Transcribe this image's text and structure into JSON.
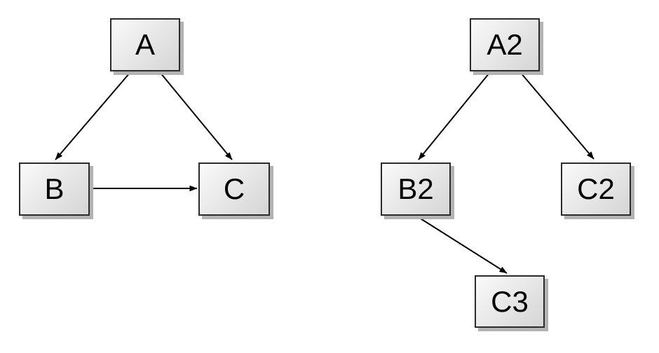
{
  "diagram": {
    "background_color": "#ffffff",
    "node_style": {
      "fill_light": "#fafafa",
      "fill_dark": "#d5d5d5",
      "border_color": "#2b2b2b",
      "shadow_color": "#b3b3b3",
      "text_color": "#000000"
    },
    "edge_style": {
      "color": "#000000"
    },
    "graphs": [
      {
        "name": "left-graph",
        "nodes": [
          {
            "id": "A",
            "label": "A"
          },
          {
            "id": "B",
            "label": "B"
          },
          {
            "id": "C",
            "label": "C"
          }
        ],
        "edges": [
          {
            "from": "A",
            "to": "B"
          },
          {
            "from": "A",
            "to": "C"
          },
          {
            "from": "B",
            "to": "C"
          }
        ]
      },
      {
        "name": "right-graph",
        "nodes": [
          {
            "id": "A2",
            "label": "A2"
          },
          {
            "id": "B2",
            "label": "B2"
          },
          {
            "id": "C2",
            "label": "C2"
          },
          {
            "id": "C3",
            "label": "C3"
          }
        ],
        "edges": [
          {
            "from": "A2",
            "to": "B2"
          },
          {
            "from": "A2",
            "to": "C2"
          },
          {
            "from": "B2",
            "to": "C3"
          }
        ]
      }
    ]
  }
}
